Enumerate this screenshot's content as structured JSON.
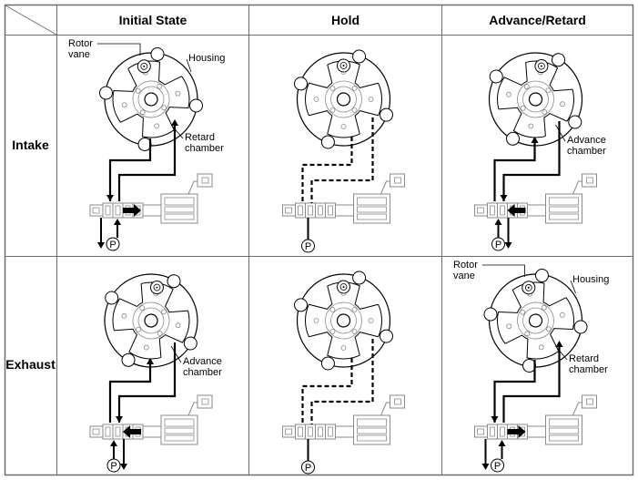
{
  "table": {
    "corner": "diagonal",
    "columns": [
      {
        "label": "Initial State"
      },
      {
        "label": "Hold"
      },
      {
        "label": "Advance/Retard"
      }
    ],
    "rows": [
      {
        "label": "Intake"
      },
      {
        "label": "Exhaust"
      }
    ]
  },
  "cells": [
    {
      "row": "Intake",
      "column": "Initial State",
      "mode": "retard",
      "lines": "solid",
      "spool_arrow": "right",
      "labels": {
        "rotor_vane": "Rotor\nvane",
        "housing": "Housing",
        "chamber": "Retard\nchamber"
      }
    },
    {
      "row": "Intake",
      "column": "Hold",
      "mode": "hold",
      "lines": "dashed",
      "spool_arrow": "none",
      "labels": {}
    },
    {
      "row": "Intake",
      "column": "Advance/Retard",
      "mode": "advance",
      "lines": "solid",
      "spool_arrow": "left",
      "labels": {
        "chamber": "Advance\nchamber"
      }
    },
    {
      "row": "Exhaust",
      "column": "Initial State",
      "mode": "advance",
      "lines": "solid",
      "spool_arrow": "left",
      "labels": {
        "chamber": "Advance\nchamber"
      }
    },
    {
      "row": "Exhaust",
      "column": "Hold",
      "mode": "hold",
      "lines": "dashed",
      "spool_arrow": "none",
      "labels": {}
    },
    {
      "row": "Exhaust",
      "column": "Advance/Retard",
      "mode": "retard",
      "lines": "solid",
      "spool_arrow": "right",
      "labels": {
        "rotor_vane": "Rotor\nvane",
        "housing": "Housing",
        "chamber": "Retard\nchamber"
      }
    }
  ],
  "pump_label": "P",
  "colors": {
    "grid": "#6e6e6e",
    "ink": "#000000",
    "component": "#8a8a8a"
  }
}
